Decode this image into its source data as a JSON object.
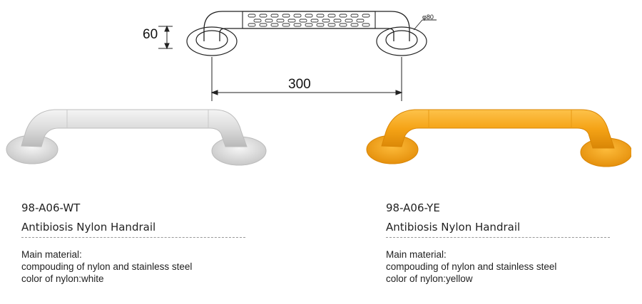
{
  "drawing": {
    "height_label": "60",
    "width_label": "300",
    "diameter_label": "φ80"
  },
  "products": [
    {
      "code": "98-A06-WT",
      "name": "Antibiosis Nylon Handrail",
      "material_label": "Main material:",
      "material_value": "compouding of nylon and stainless steel",
      "color_line": "color of nylon:white",
      "body_color": "#e4e4e4"
    },
    {
      "code": "98-A06-YE",
      "name": "Antibiosis Nylon Handrail",
      "material_label": "Main material:",
      "material_value": "compouding of nylon and stainless steel",
      "color_line": "color of nylon:yellow",
      "body_color": "#f5a316"
    }
  ]
}
